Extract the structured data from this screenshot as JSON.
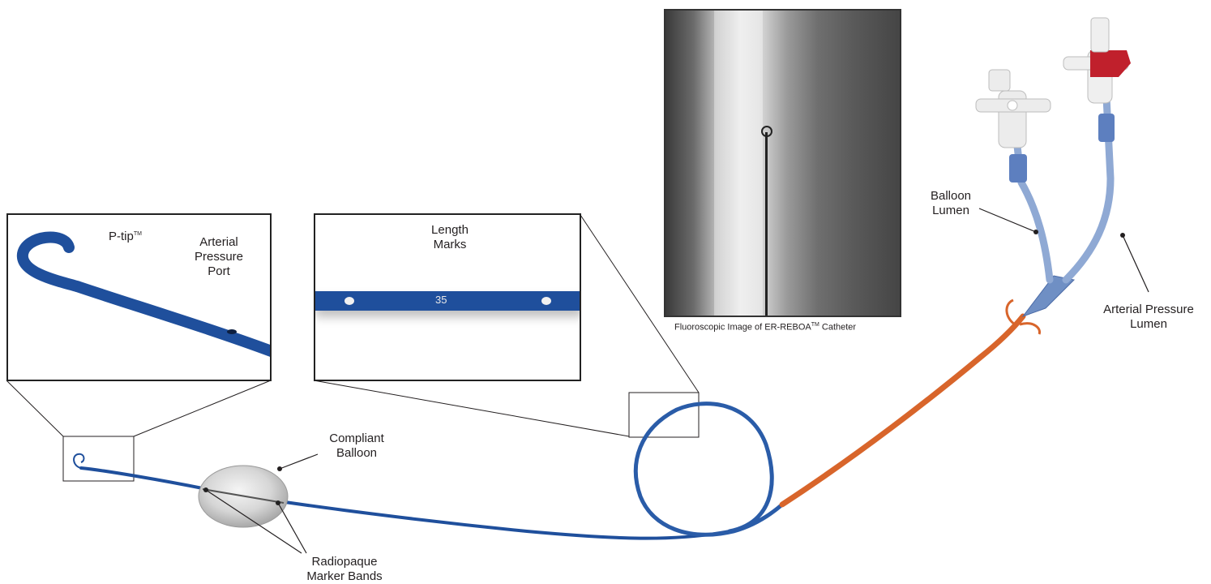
{
  "labels": {
    "p_tip": "P-tip",
    "p_tip_tm": "TM",
    "arterial_pressure_port": [
      "Arterial",
      "Pressure",
      "Port"
    ],
    "length_marks": [
      "Length",
      "Marks"
    ],
    "compliant_balloon": [
      "Compliant",
      "Balloon"
    ],
    "radiopaque_marker_bands": [
      "Radiopaque",
      "Marker Bands"
    ],
    "balloon_lumen": [
      "Balloon",
      "Lumen"
    ],
    "arterial_pressure_lumen": [
      "Arterial Pressure",
      "Lumen"
    ],
    "fluoro_caption_a": "Fluoroscopic Image of ER-REBOA",
    "fluoro_caption_tm": "TM",
    "fluoro_caption_b": " Catheter",
    "length_mark_number": "35"
  },
  "colors": {
    "catheter_blue": "#1f4f9c",
    "sheath_orange": "#d8652b",
    "hub_red": "#c0202c",
    "lumen_blue": "#8fa9d4",
    "line": "#231f20"
  }
}
